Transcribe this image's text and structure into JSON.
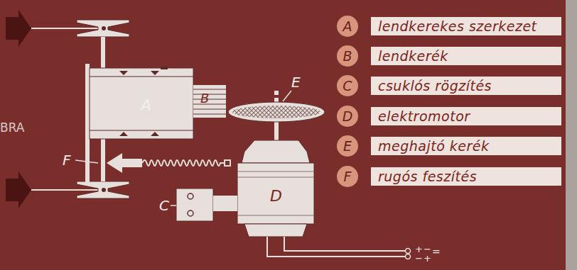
{
  "diagram": {
    "nodes": [
      {
        "text": [
          "A"
        ]
      },
      {
        "text": [
          "lendkerekes szerkezet"
        ]
      },
      {
        "text": [
          "B"
        ]
      },
      {
        "text": [
          "lendkerék"
        ]
      },
      {
        "text": [
          "C"
        ]
      },
      {
        "text": [
          "csuklós rögzítés"
        ]
      },
      {
        "text": [
          "D"
        ]
      },
      {
        "text": [
          "elektromotor"
        ]
      },
      {
        "text": [
          "E"
        ]
      },
      {
        "text": [
          "meghajtó kerék"
        ]
      },
      {
        "text": [
          "F"
        ]
      },
      {
        "text": [
          "rugós feszítés"
        ]
      }
    ],
    "labels": [
      "BRA",
      "A",
      "B",
      "E",
      "F",
      "C",
      "D",
      "+",
      "−",
      "=",
      "−",
      "+"
    ]
  }
}
